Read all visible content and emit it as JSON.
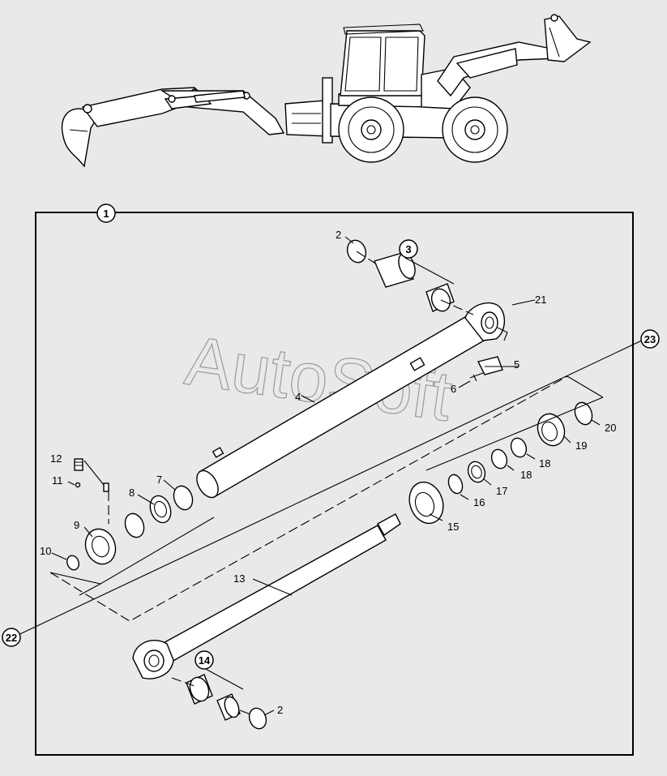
{
  "callout_labels": {
    "p1": "1",
    "p2a": "2",
    "p2b": "2",
    "p3": "3",
    "p4": "4",
    "p5": "5",
    "p6": "6",
    "p7": "7",
    "p8": "8",
    "p9": "9",
    "p10": "10",
    "p11": "11",
    "p12": "12",
    "p13": "13",
    "p14": "14",
    "p15": "15",
    "p16": "16",
    "p17": "17",
    "p18a": "18",
    "p18b": "18",
    "p19": "19",
    "p20": "20",
    "p21": "21",
    "p22": "22",
    "p23": "23"
  },
  "watermark": {
    "text": "AutoSoft"
  },
  "colors": {
    "background": "#e9e9e9",
    "line": "#000000",
    "part_fill": "#ffffff",
    "watermark": "#9a9a9a"
  }
}
